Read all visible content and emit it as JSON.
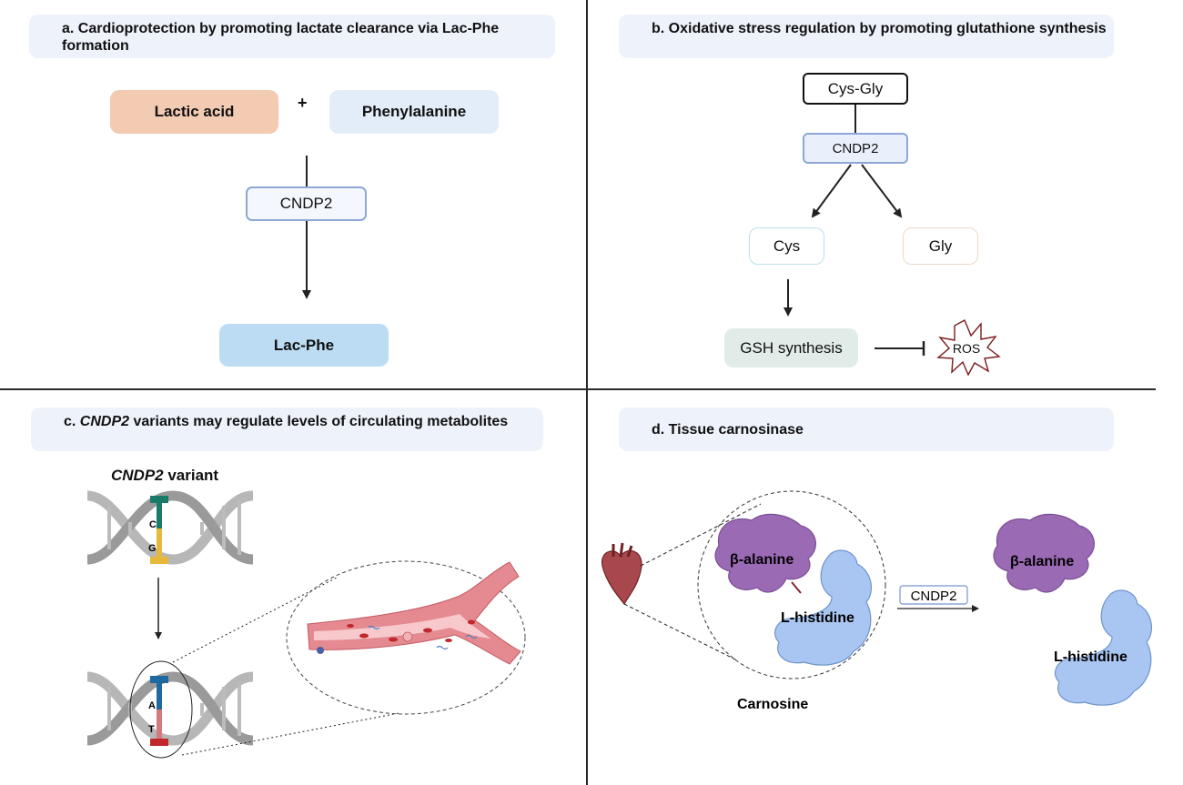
{
  "panel_a": {
    "title": "a. Cardioprotection by promoting lactate clearance via Lac-Phe formation",
    "substrate_1": "Lactic acid",
    "plus": "+",
    "substrate_2": "Phenylalanine",
    "enzyme": "CNDP2",
    "product": "Lac-Phe"
  },
  "panel_b": {
    "title": "b. Oxidative stress regulation by promoting glutathione synthesis",
    "substrate": "Cys-Gly",
    "enzyme": "CNDP2",
    "product_1": "Cys",
    "product_2": "Gly",
    "pathway": "GSH synthesis",
    "inhibited": "ROS"
  },
  "panel_c": {
    "title_prefix": "c. ",
    "title_gene": "CNDP2",
    "title_rest": " variants may regulate levels of circulating metabolites",
    "variant_gene": "CNDP2",
    "variant_word": " variant",
    "base_top_1": "C",
    "base_bottom_1": "G",
    "base_top_2": "A",
    "base_bottom_2": "T"
  },
  "panel_d": {
    "title": "d. Tissue carnosinase",
    "fragment_1": "β-alanine",
    "fragment_2": "L-histidine",
    "enzyme": "CNDP2",
    "complex": "Carnosine",
    "fragment_1b": "β-alanine",
    "fragment_2b": "L-histidine"
  },
  "colors": {
    "title_bg": "#eef2fb",
    "lactic_acid": "#f2cbb2",
    "phenylalanine": "#e3edf9",
    "enzyme_border": "#8ea6d8",
    "lac_phe": "#bcdcf3",
    "gsh_bg": "#e1ece8",
    "ros_stroke": "#7b1c1c",
    "beta_alanine": "#9b6ab5",
    "l_histidine": "#a9c6f2",
    "vessel": "#e48a90"
  }
}
